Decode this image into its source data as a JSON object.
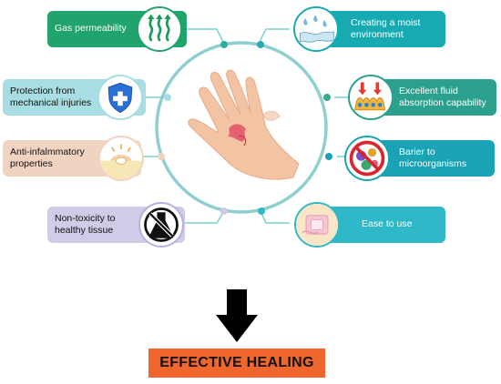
{
  "colors": {
    "gas": "#21a36e",
    "moist": "#17aab2",
    "protection": "#a8dde3",
    "fluid": "#2ba08f",
    "antiinflammatory": "#f1d3c2",
    "barrier": "#1aa3b5",
    "nontoxic": "#d0cbe7",
    "ease": "#2fb8c8",
    "ring": "#8fcfd0",
    "arrow": "#000000",
    "healing_bg": "#f0662c"
  },
  "properties": {
    "gas_permeability": {
      "label": "Gas permeability",
      "icon": "gas-waves-icon"
    },
    "moist_environment": {
      "label": "Creating a moist\nenvironment",
      "icon": "moisture-drops-icon"
    },
    "mechanical_protection": {
      "label": "Protection from\nmechanical injuries",
      "icon": "shield-plus-icon"
    },
    "fluid_absorption": {
      "label": "Excellent fluid\nabsorption capability",
      "icon": "absorption-icon"
    },
    "anti_inflammatory": {
      "label": "Anti-infalmmatory\nproperties",
      "icon": "anti-inflammatory-icon"
    },
    "microorganism_barrier": {
      "label": "Barier to\nmicroorganisms",
      "icon": "no-microbes-icon"
    },
    "non_toxicity": {
      "label": "Non-toxicity to\nhealthy tissue",
      "icon": "no-toxic-flask-icon"
    },
    "ease_of_use": {
      "label": "Ease to use",
      "icon": "dressing-patch-icon"
    }
  },
  "result": {
    "label": "EFFECTIVE HEALING"
  }
}
